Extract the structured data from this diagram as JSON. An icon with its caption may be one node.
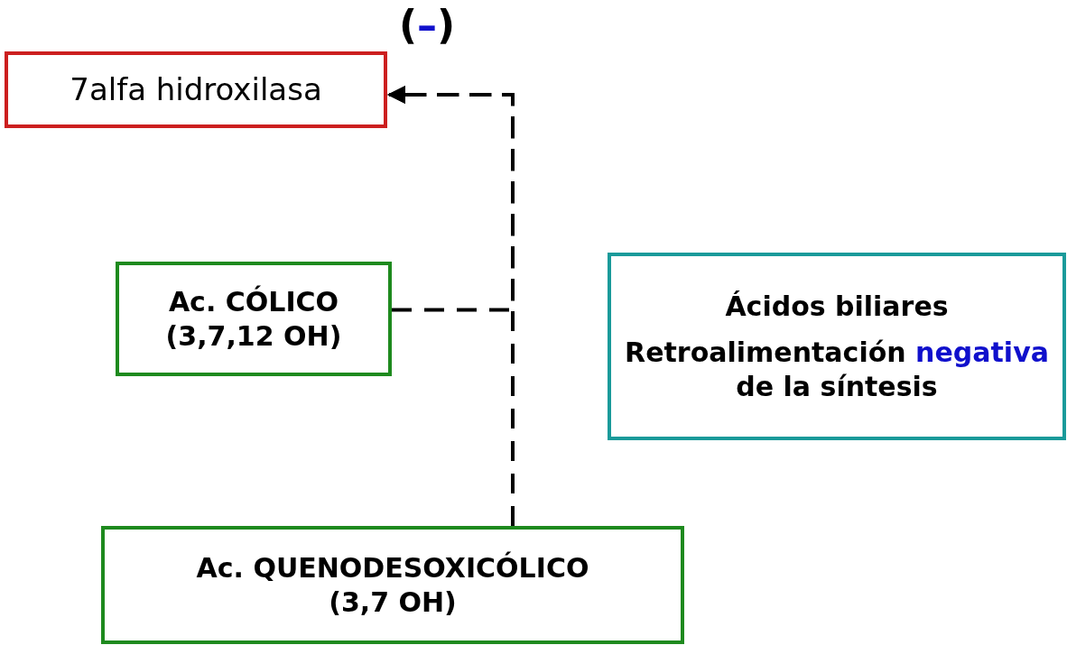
{
  "diagram": {
    "nodes": [
      {
        "text": [
          "7alfa hidroxilasa"
        ]
      },
      {
        "text": [
          "Ac. CÓLICO (3,7,12 OH)"
        ]
      },
      {
        "text": [
          "Ac. QUENODESOXICÓLICO (3,7 OH)"
        ]
      },
      {
        "text": [
          "Ácidos biliares",
          "Retroalimentación **negativa** de la síntesis"
        ]
      }
    ],
    "edges": [
      {
        "from": 2,
        "to": 0,
        "arrow": "to",
        "style": "dashed",
        "label": "(**–**)"
      },
      {
        "from": 1,
        "to": 0,
        "arrow": "to",
        "style": "dashed"
      }
    ]
  }
}
